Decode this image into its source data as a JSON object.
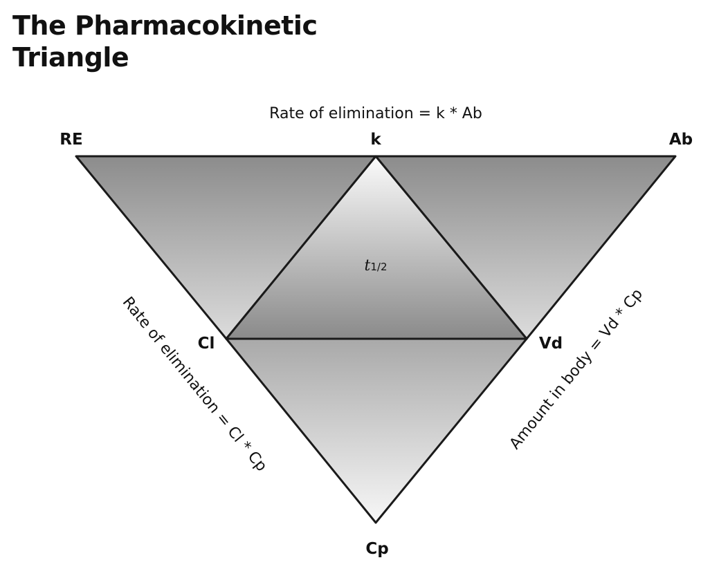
{
  "title": {
    "line1": "The Pharmacokinetic",
    "line2": "Triangle"
  },
  "vertices": {
    "re": "RE",
    "k": "k",
    "ab": "Ab",
    "cl": "Cl",
    "vd": "Vd",
    "cp": "Cp"
  },
  "center": {
    "symbol": "t",
    "subscript": "1/2"
  },
  "relations": {
    "top": "Rate of elimination = k * Ab",
    "left": "Rate of elimination = Cl * Cp",
    "right": "Amount in body = Vd * Cp"
  },
  "colors": {
    "stroke": "#1a1a1a",
    "shade_dark": "#8e8e8e",
    "shade_light": "#f4f4f4"
  }
}
